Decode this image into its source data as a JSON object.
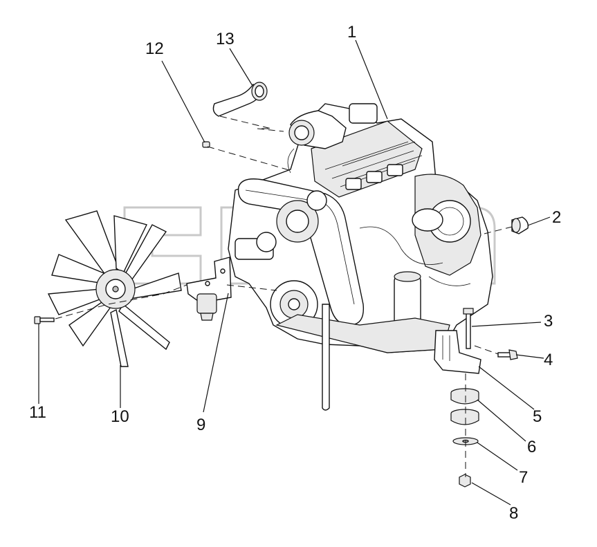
{
  "diagram": {
    "callouts": [
      {
        "id": "1",
        "label": "1"
      },
      {
        "id": "2",
        "label": "2"
      },
      {
        "id": "3",
        "label": "3"
      },
      {
        "id": "4",
        "label": "4"
      },
      {
        "id": "5",
        "label": "5"
      },
      {
        "id": "6",
        "label": "6"
      },
      {
        "id": "7",
        "label": "7"
      },
      {
        "id": "8",
        "label": "8"
      },
      {
        "id": "9",
        "label": "9"
      },
      {
        "id": "10",
        "label": "10"
      },
      {
        "id": "11",
        "label": "11"
      },
      {
        "id": "12",
        "label": "12"
      },
      {
        "id": "13",
        "label": "13"
      }
    ],
    "colors": {
      "line": "#111111",
      "background": "#ffffff",
      "watermark": "#c9c9c9"
    }
  }
}
